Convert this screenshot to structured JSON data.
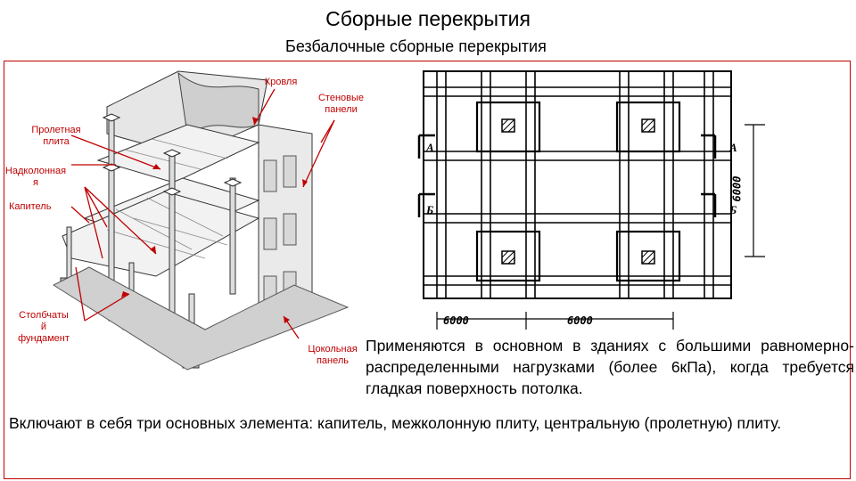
{
  "header": {
    "title": "Сборные перекрытия",
    "subtitle": "Безбалочные сборные перекрытия"
  },
  "illustration": {
    "labels": {
      "roof": "Кровля",
      "wall_panels": "Стеновые панели",
      "span_slab": "Пролетная плита",
      "column_slab": "Надколонная",
      "column_slab_cont": "я",
      "capital": "Капитель",
      "column_foundation_1": "Столбчаты",
      "column_foundation_2": "й",
      "column_foundation_3": "фундамент",
      "plinth_panel": "Цокольная панель"
    }
  },
  "plan": {
    "dim_bottom_left": "6000",
    "dim_bottom_right": "6000",
    "dim_right": "6000",
    "section_a_left": "А",
    "section_a_right": "А",
    "section_b_left": "Б",
    "section_b_right": "Б"
  },
  "body": {
    "paragraph_1": "Применяются в основном в зданиях с большими равномерно-распределенными нагрузками (более 6кПа), когда требуется гладкая поверхность потолка.",
    "paragraph_2": "Включают в себя три основных элемента: капитель, межколонную плиту, центральную (пролетную) плиту."
  },
  "colors": {
    "accent": "#c00000",
    "text": "#000000"
  }
}
